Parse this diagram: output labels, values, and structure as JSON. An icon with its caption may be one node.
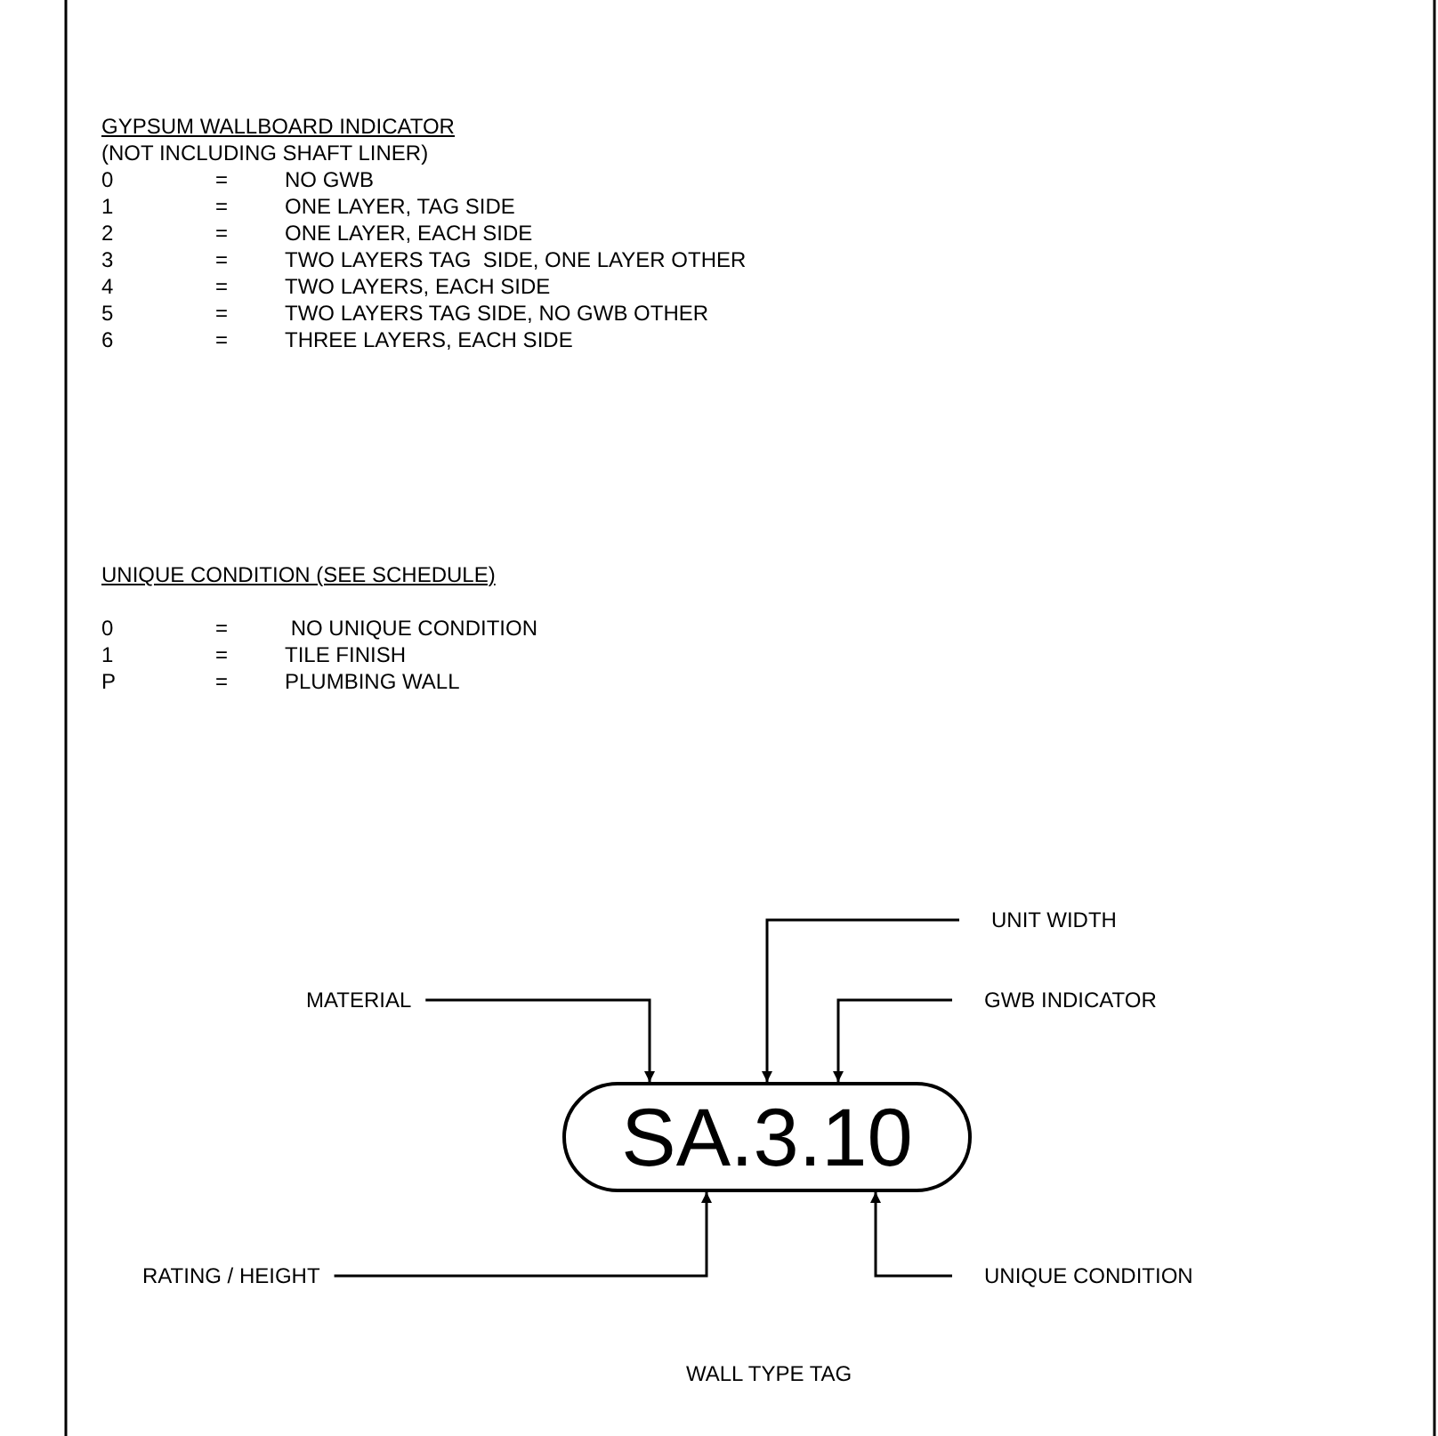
{
  "diagram": {
    "caption": "WALL TYPE TAG",
    "nodes": [
      {
        "text": [
          "UNIT WIDTH"
        ]
      },
      {
        "text": [
          "MATERIAL"
        ]
      },
      {
        "text": [
          "GWB INDICATOR"
        ]
      },
      {
        "text": [
          "SA.3.10"
        ]
      },
      {
        "text": [
          "RATING / HEIGHT"
        ]
      },
      {
        "text": [
          "UNIQUE CONDITION"
        ]
      }
    ],
    "edges": [
      {
        "from": 1,
        "to": 3,
        "arrow": "to"
      },
      {
        "from": 0,
        "to": 3,
        "arrow": "to"
      },
      {
        "from": 2,
        "to": 3,
        "arrow": "to"
      },
      {
        "from": 4,
        "to": 3,
        "arrow": "to"
      },
      {
        "from": 5,
        "to": 3,
        "arrow": "to"
      }
    ],
    "labels": [
      "GYPSUM WALLBOARD INDICATOR",
      "(NOT INCLUDING SHAFT LINER)",
      "0",
      "=",
      "NO GWB",
      "1",
      "=",
      "ONE LAYER, TAG SIDE",
      "2",
      "=",
      "ONE LAYER, EACH SIDE",
      "3",
      "=",
      "TWO LAYERS TAG  SIDE, ONE LAYER OTHER",
      "4",
      "=",
      "TWO LAYERS, EACH SIDE",
      "5",
      "=",
      "TWO LAYERS TAG SIDE, NO GWB OTHER",
      "6",
      "=",
      "THREE LAYERS, EACH SIDE",
      "UNIQUE CONDITION (SEE SCHEDULE)",
      "0",
      "=",
      " NO UNIQUE CONDITION",
      "1",
      "=",
      "TILE FINISH",
      "P",
      "=",
      "PLUMBING WALL"
    ]
  }
}
